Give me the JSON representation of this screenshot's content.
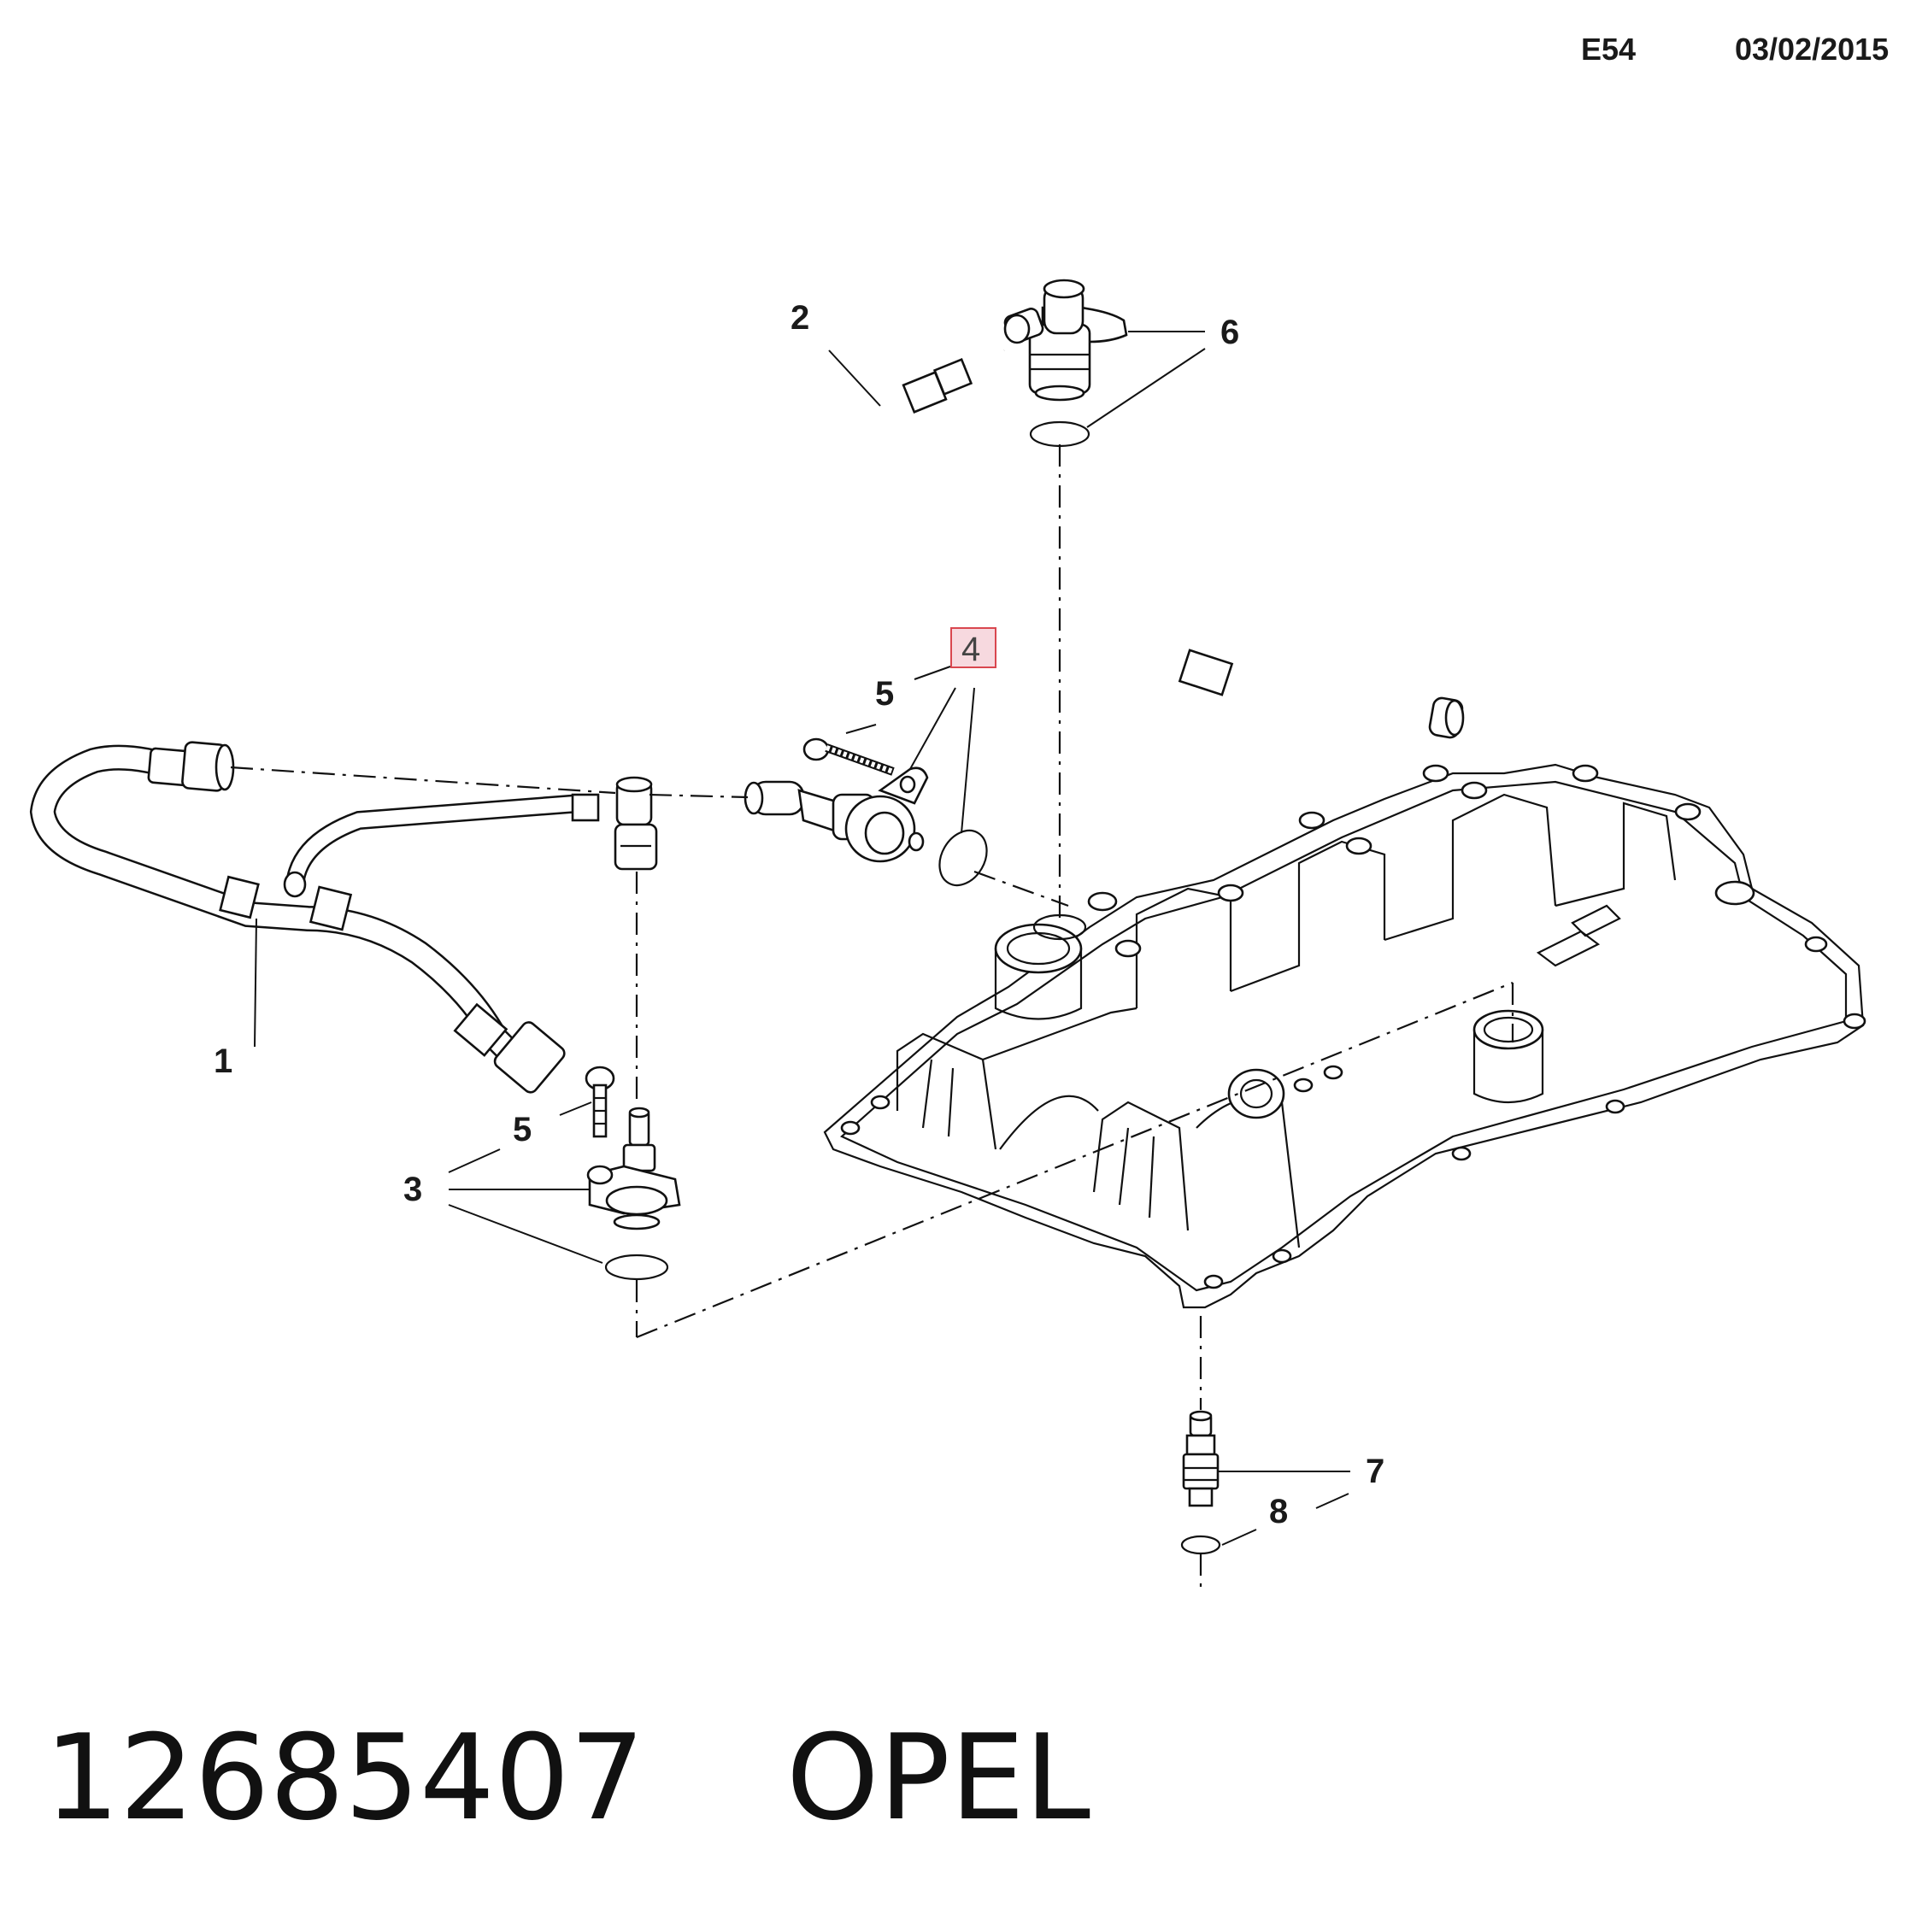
{
  "header": {
    "code": "E54",
    "date": "03/02/2015"
  },
  "footer": {
    "part_number": "12685407",
    "brand": "OPEL"
  },
  "callouts": [
    {
      "id": "1",
      "label": "1"
    },
    {
      "id": "2",
      "label": "2"
    },
    {
      "id": "3",
      "label": "3"
    },
    {
      "id": "4",
      "label": "4",
      "highlighted": true
    },
    {
      "id": "5a",
      "label": "5"
    },
    {
      "id": "5b",
      "label": "5"
    },
    {
      "id": "6",
      "label": "6"
    },
    {
      "id": "7",
      "label": "7"
    },
    {
      "id": "8",
      "label": "8"
    }
  ],
  "colors": {
    "line": "#111111",
    "highlight_fill": "#f7d9df",
    "highlight_border": "#d9474f"
  },
  "icons": [
    "hose-harness-1",
    "hose-2",
    "sensor-3",
    "sensor-4",
    "bolt-5",
    "sensor-6",
    "sensor-7",
    "o-ring-8",
    "cylinder-head-cover"
  ]
}
